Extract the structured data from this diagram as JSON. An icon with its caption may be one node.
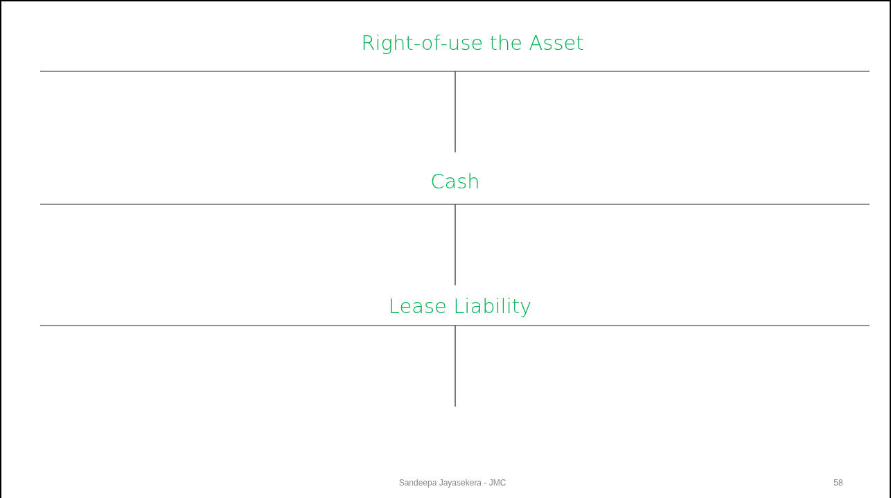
{
  "diagram": {
    "labels": [
      "Right-of-use the Asset",
      "Cash",
      "Lease Liability",
      "Sandeepa Jayasekera - JMC",
      "58"
    ]
  }
}
